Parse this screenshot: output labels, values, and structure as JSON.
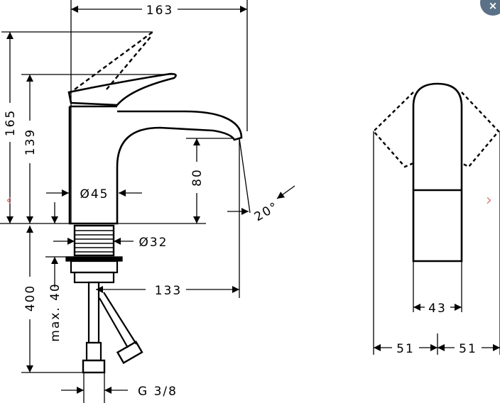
{
  "viewer": {
    "close_label": "×",
    "prev_label": "‹",
    "next_label": "›"
  },
  "drawing": {
    "dim_width_total": "163",
    "dim_height_max": "165",
    "dim_height_handle": "139",
    "dim_spout_height": "80",
    "dim_body_diameter": "Ø45",
    "dim_angle": "20°",
    "dim_thread_diameter": "Ø32",
    "dim_hose_length": "400",
    "dim_max_thickness": "max. 40",
    "dim_projection": "133",
    "dim_connection": "G 3/8",
    "dim_handle_width": "43",
    "dim_left_half": "51",
    "dim_right_half": "51"
  }
}
